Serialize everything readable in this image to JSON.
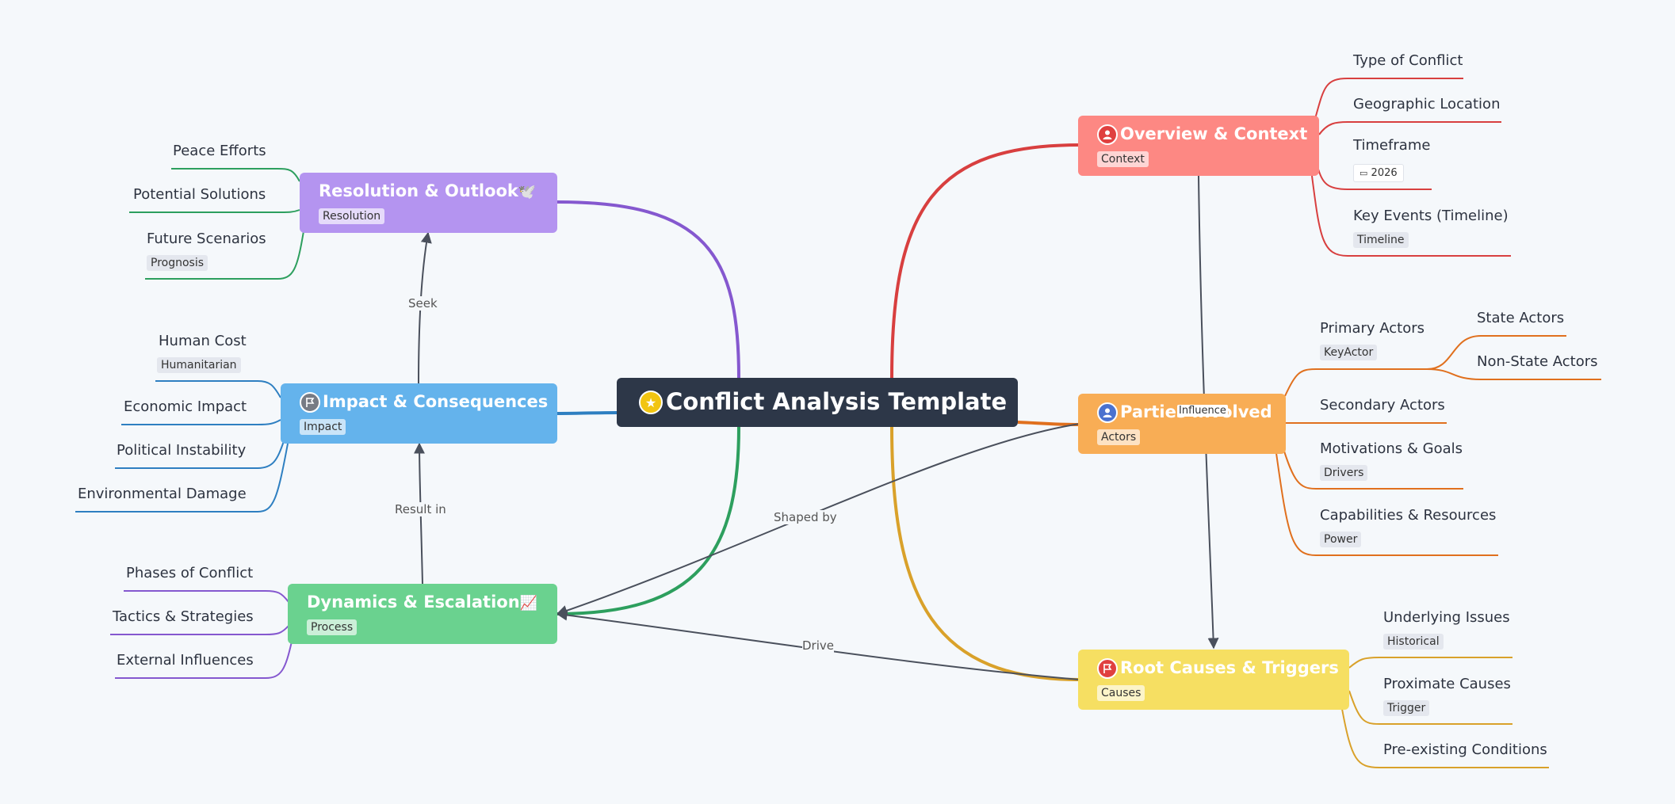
{
  "root": {
    "title": "Conflict Analysis Template",
    "icon": "star-icon"
  },
  "branches": {
    "overview": {
      "title": "Overview & Context",
      "tag": "Context",
      "color": "#fd8883",
      "icon": "person-icon"
    },
    "parties": {
      "title": "Parties Involved",
      "tag": "Actors",
      "color": "#f8ad55",
      "icon": "person-icon"
    },
    "root_causes": {
      "title": "Root Causes & Triggers",
      "tag": "Causes",
      "color": "#f6df62",
      "icon": "flag-icon"
    },
    "resolution": {
      "title": "Resolution & Outlook",
      "tag": "Resolution",
      "color": "#b494f0",
      "emoji": "🕊️"
    },
    "impact": {
      "title": "Impact & Consequences",
      "tag": "Impact",
      "color": "#64b3ec",
      "icon": "flag-icon"
    },
    "dynamics": {
      "title": "Dynamics & Escalation",
      "tag": "Process",
      "color": "#6ad28f",
      "emoji": "📈"
    }
  },
  "leaves": {
    "overview": [
      {
        "label": "Type of Conflict"
      },
      {
        "label": "Geographic Location"
      },
      {
        "label": "Timeframe",
        "date": "2026"
      },
      {
        "label": "Key Events (Timeline)",
        "tag": "Timeline"
      }
    ],
    "parties": [
      {
        "label": "Primary Actors",
        "tag": "KeyActor",
        "children": [
          "State Actors",
          "Non-State Actors"
        ]
      },
      {
        "label": "Secondary Actors"
      },
      {
        "label": "Motivations & Goals",
        "tag": "Drivers"
      },
      {
        "label": "Capabilities & Resources",
        "tag": "Power"
      }
    ],
    "root_causes": [
      {
        "label": "Underlying Issues",
        "tag": "Historical"
      },
      {
        "label": "Proximate Causes",
        "tag": "Trigger"
      },
      {
        "label": "Pre-existing Conditions"
      }
    ],
    "resolution": [
      {
        "label": "Peace Efforts"
      },
      {
        "label": "Potential Solutions"
      },
      {
        "label": "Future Scenarios",
        "tag": "Prognosis"
      }
    ],
    "impact": [
      {
        "label": "Human Cost",
        "tag": "Humanitarian"
      },
      {
        "label": "Economic Impact"
      },
      {
        "label": "Political Instability"
      },
      {
        "label": "Environmental Damage"
      }
    ],
    "dynamics": [
      {
        "label": "Phases of Conflict"
      },
      {
        "label": "Tactics & Strategies"
      },
      {
        "label": "External Influences"
      }
    ]
  },
  "relations": {
    "seek": "Seek",
    "result_in": "Result in",
    "shaped_by": "Shaped by",
    "drive": "Drive",
    "influence": "Influence"
  },
  "colors": {
    "background": "#f5f8fb",
    "root": "#2d3748",
    "edge_overview": "#d83f3f",
    "edge_parties": "#e0701e",
    "edge_root_causes": "#d9a12a",
    "edge_resolution": "#8558cf",
    "edge_impact": "#2e7fc1",
    "edge_dynamics": "#2d9f5e",
    "relation": "#4a505c"
  }
}
